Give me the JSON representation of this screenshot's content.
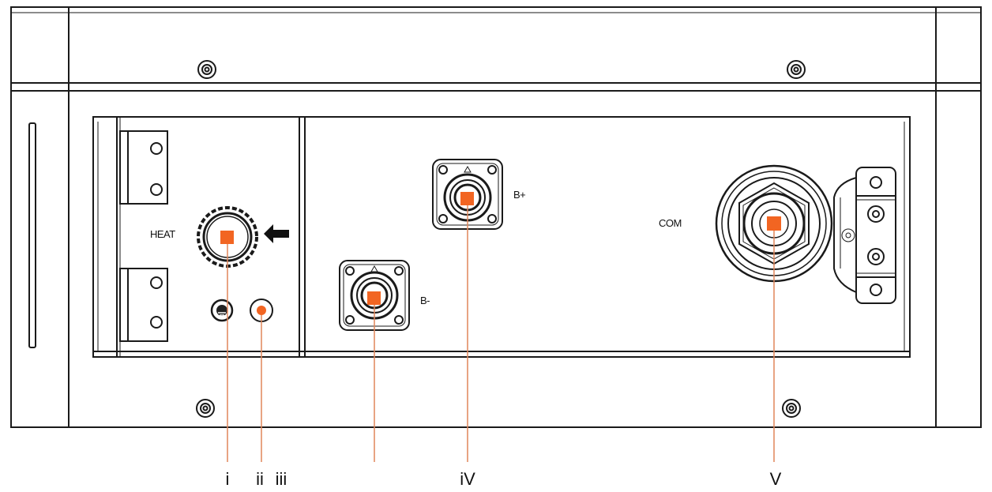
{
  "diagram": {
    "port_labels": {
      "heat": "HEAT",
      "b_minus": "B-",
      "b_plus": "B+",
      "com": "COM"
    },
    "callouts": {
      "i": "i",
      "ii": "ii",
      "iii": "iii",
      "iv": "iV",
      "v": "V"
    },
    "colors": {
      "marker": "#f26522",
      "leader_line": "#e0865a",
      "outline": "#1a1a1a"
    }
  }
}
